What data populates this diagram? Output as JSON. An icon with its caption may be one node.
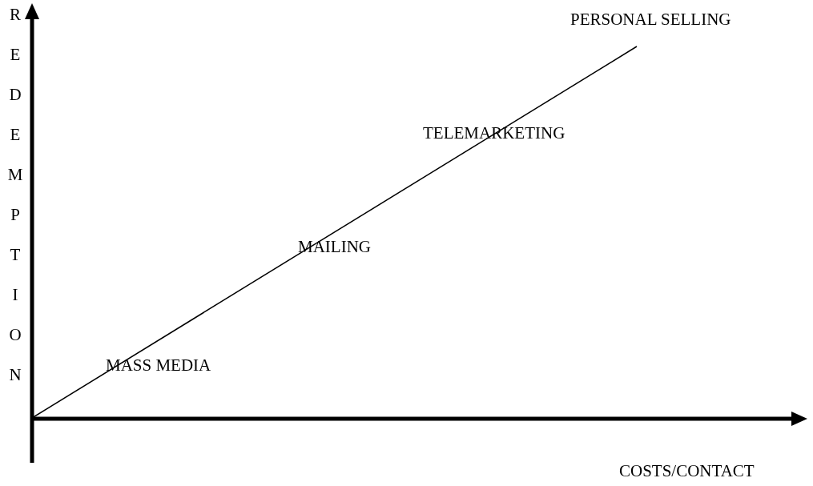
{
  "diagram": {
    "labels": [
      "REDEMPTION",
      "PERSONAL SELLING",
      "TELEMARKETING",
      "MAILING",
      "MASS MEDIA",
      "COSTS/CONTACT"
    ]
  }
}
